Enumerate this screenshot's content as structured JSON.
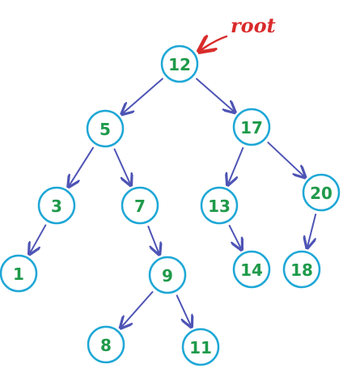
{
  "colors": {
    "node_stroke": "#1ea7d6",
    "node_text": "#1f9a4a",
    "edge": "#4e54b5",
    "root_annotation": "#d92b2b",
    "background": "#ffffff"
  },
  "root_annotation": {
    "label": "root",
    "points_to": "12"
  },
  "nodes": [
    {
      "id": "12",
      "label": "12"
    },
    {
      "id": "5",
      "label": "5"
    },
    {
      "id": "17",
      "label": "17"
    },
    {
      "id": "3",
      "label": "3"
    },
    {
      "id": "7",
      "label": "7"
    },
    {
      "id": "13",
      "label": "13"
    },
    {
      "id": "20",
      "label": "20"
    },
    {
      "id": "1",
      "label": "1"
    },
    {
      "id": "9",
      "label": "9"
    },
    {
      "id": "14",
      "label": "14"
    },
    {
      "id": "18",
      "label": "18"
    },
    {
      "id": "8",
      "label": "8"
    },
    {
      "id": "11",
      "label": "11"
    }
  ],
  "edges": [
    {
      "from": "12",
      "to": "5"
    },
    {
      "from": "12",
      "to": "17"
    },
    {
      "from": "5",
      "to": "3"
    },
    {
      "from": "5",
      "to": "7"
    },
    {
      "from": "17",
      "to": "13"
    },
    {
      "from": "17",
      "to": "20"
    },
    {
      "from": "3",
      "to": "1"
    },
    {
      "from": "7",
      "to": "9"
    },
    {
      "from": "13",
      "to": "14"
    },
    {
      "from": "20",
      "to": "18"
    },
    {
      "from": "9",
      "to": "8"
    },
    {
      "from": "9",
      "to": "11"
    }
  ]
}
